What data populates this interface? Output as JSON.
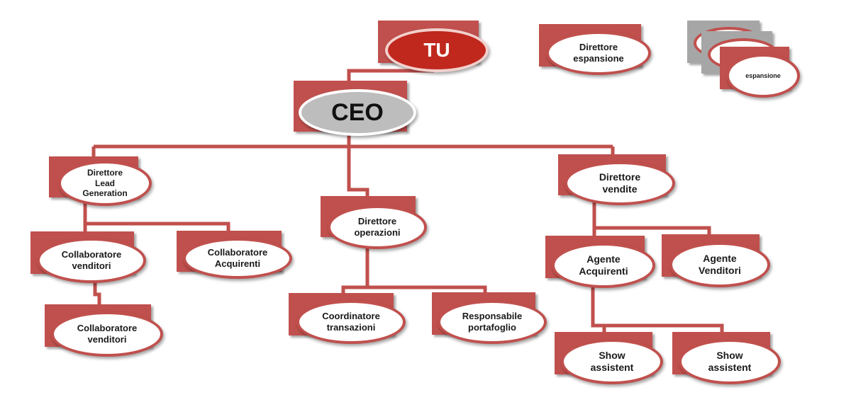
{
  "colors": {
    "node_rect": "#c0504d",
    "connector": "#c0504d",
    "ghost": "#a6a6a6",
    "top_fill": "#c0281e",
    "ceo_fill": "#bdbdbd"
  },
  "nodes": {
    "tu": "TU",
    "ceo": "CEO",
    "direttore_espansione": "Direttore\nespansione",
    "espansione": "espansione",
    "direttore_lead": "Direttore\nLead\nGeneration",
    "direttore_operazioni": "Direttore\noperazioni",
    "direttore_vendite": "Direttore\nvendite",
    "collab_venditori_1": "Collaboratore\nvenditori",
    "collab_acquirenti": "Collaboratore\nAcquirenti",
    "collab_venditori_2": "Collaboratore\nvenditori",
    "coordinatore": "Coordinatore\ntransazioni",
    "responsabile": "Responsabile\nportafoglio",
    "agente_acquirenti": "Agente\nAcquirenti",
    "agente_venditori": "Agente\nVenditori",
    "show_1": "Show\nassistent",
    "show_2": "Show\nassistent"
  }
}
